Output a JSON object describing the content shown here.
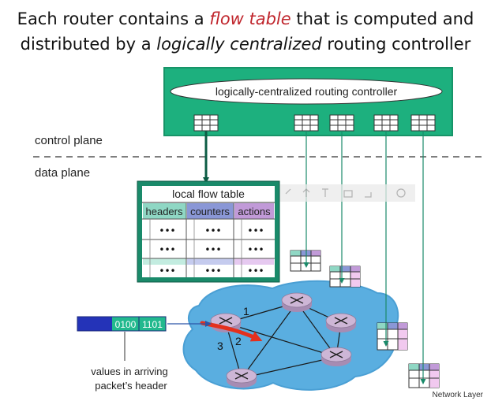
{
  "title": {
    "line1_before": "Each router contains a ",
    "line1_emph": "flow table",
    "line1_after": " that is computed and",
    "line2_before": "distributed by a ",
    "line2_emph": "logically centralized",
    "line2_after": " routing controller"
  },
  "controller_label": "logically-centralized routing controller",
  "plane_labels": {
    "control": "control plane",
    "data": "data plane"
  },
  "flow_table": {
    "title": "local flow table",
    "columns": [
      "headers",
      "counters",
      "actions"
    ],
    "cell_text": "•••",
    "rows": 3
  },
  "packet": {
    "fields": [
      "0100",
      "1101"
    ]
  },
  "packet_caption": [
    "values in arriving",
    "packet’s header"
  ],
  "port_labels": [
    "1",
    "2",
    "3"
  ],
  "footer": "Network Layer",
  "colors": {
    "controller": "#1db07e",
    "cloud": "#5aaee0",
    "router": "#cdb6d6",
    "headers": "#8fd7c4",
    "counters": "#8a97d6",
    "actions": "#c19ad8",
    "packet_blue": "#2433b8",
    "packet_green": "#22b98e",
    "arrow_red": "#e4301e",
    "arrow_green": "#0c5c44"
  }
}
